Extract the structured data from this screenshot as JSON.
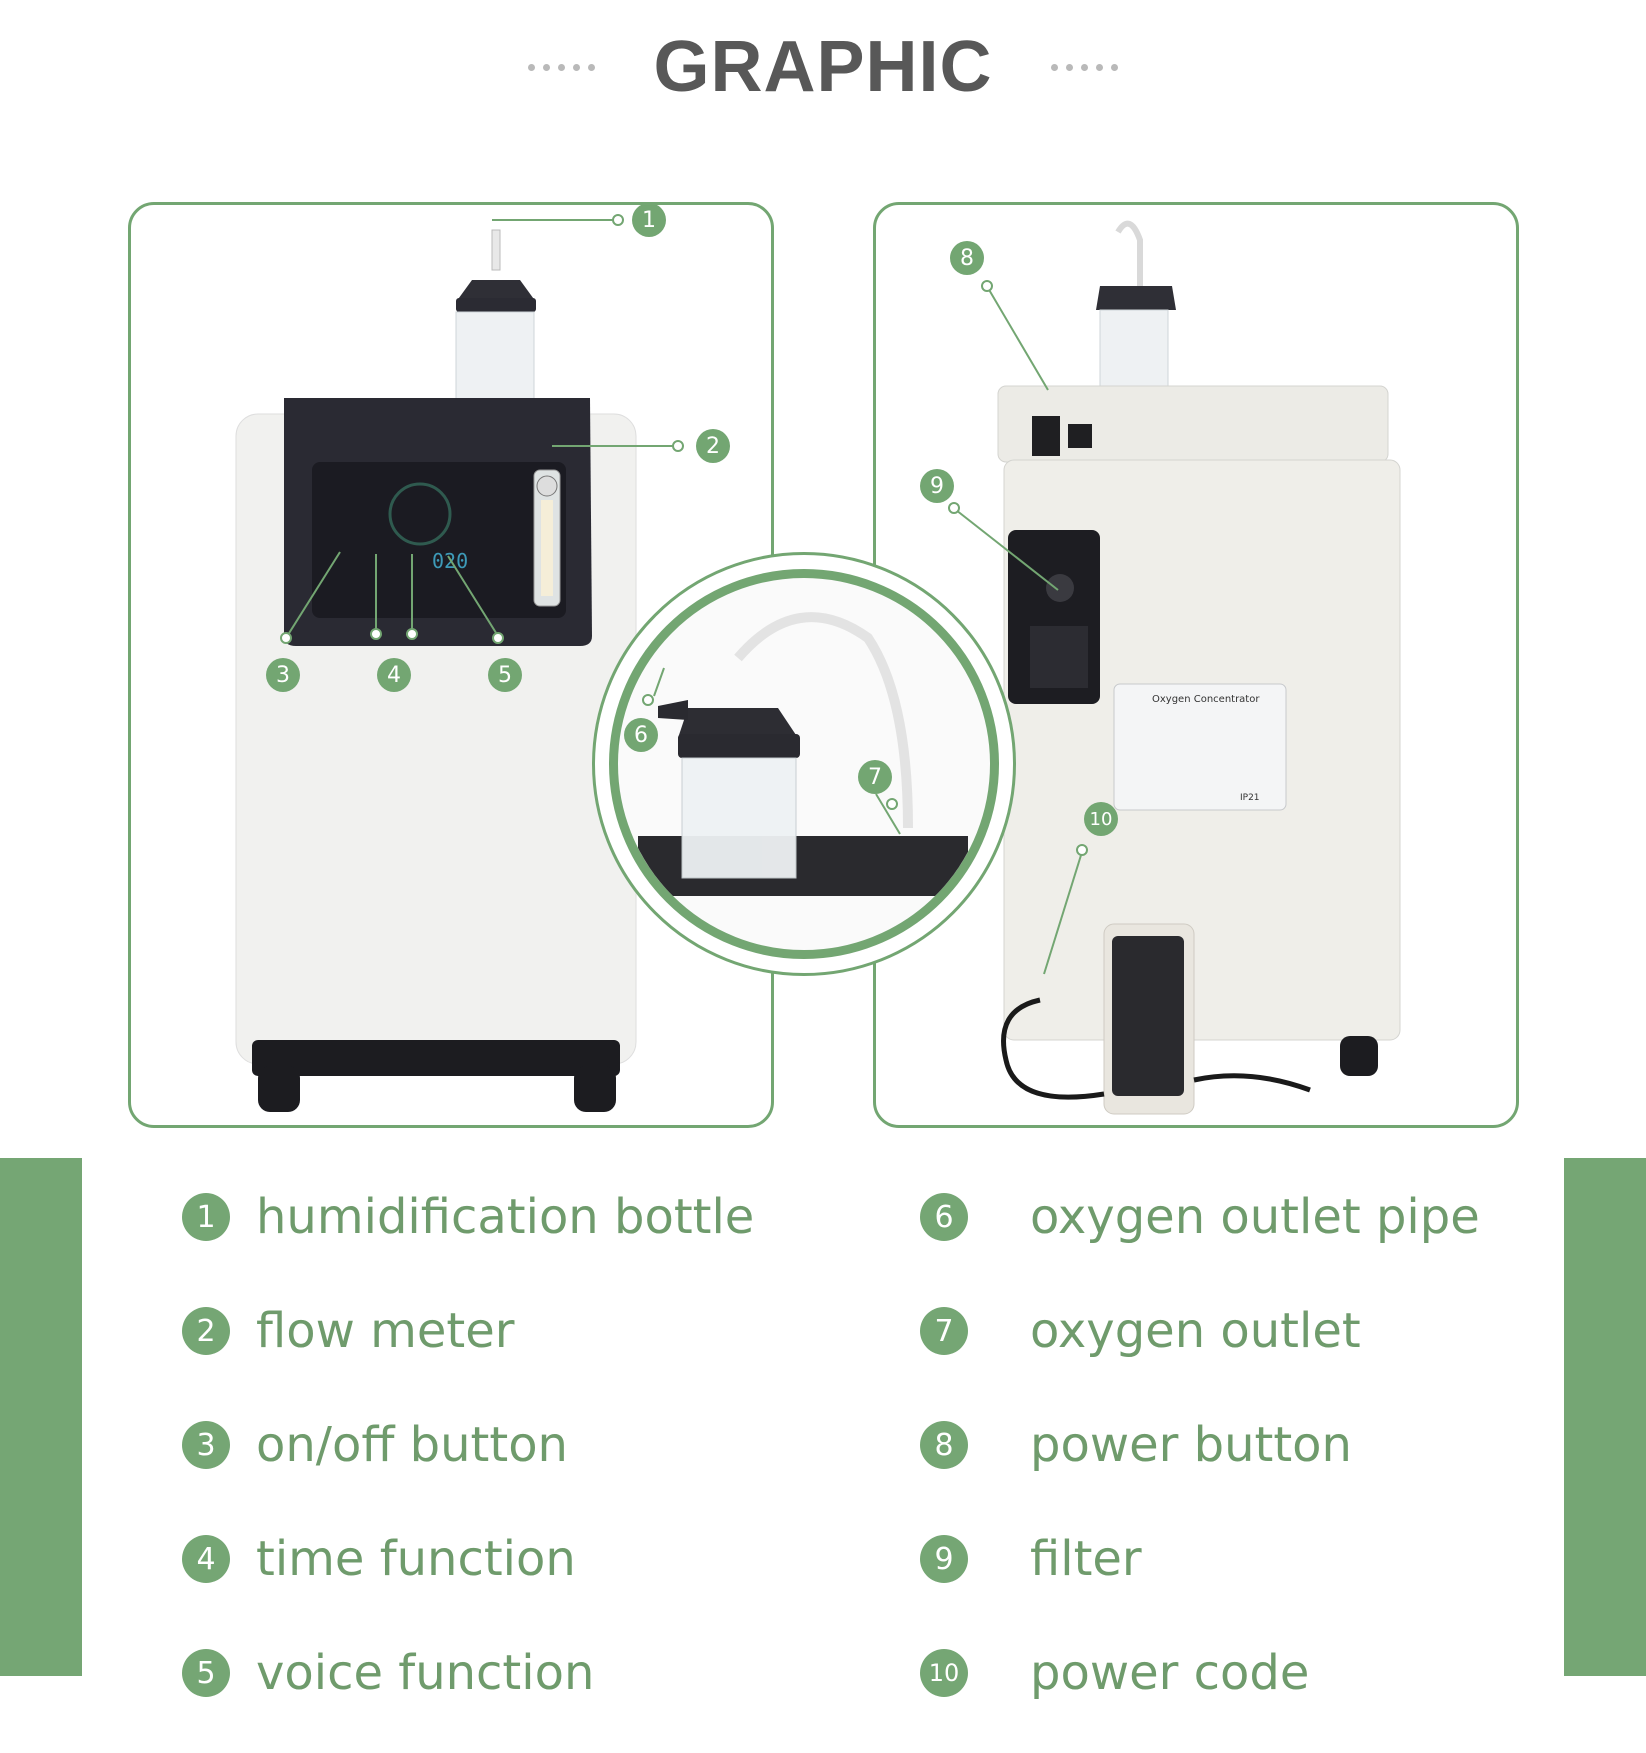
{
  "header": {
    "title": "GRAPHIC"
  },
  "callouts": {
    "c1": "1",
    "c2": "2",
    "c3": "3",
    "c4": "4",
    "c5": "5",
    "c6": "6",
    "c7": "7",
    "c8": "8",
    "c9": "9",
    "c10": "10"
  },
  "device_screen": {
    "readout": "020"
  },
  "rear_label": {
    "title": "Oxygen Concentrator",
    "rating": "IP21"
  },
  "legend": {
    "left": [
      {
        "num": "1",
        "label": "humidification bottle"
      },
      {
        "num": "2",
        "label": "flow meter"
      },
      {
        "num": "3",
        "label": "on/off button"
      },
      {
        "num": "4",
        "label": "time function"
      },
      {
        "num": "5",
        "label": "voice function"
      }
    ],
    "right": [
      {
        "num": "6",
        "label": "oxygen outlet pipe"
      },
      {
        "num": "7",
        "label": "oxygen outlet"
      },
      {
        "num": "8",
        "label": "power button"
      },
      {
        "num": "9",
        "label": "filter"
      },
      {
        "num": "10",
        "label": "power code"
      }
    ]
  },
  "colors": {
    "accent": "#75a674",
    "title": "#585858",
    "label": "#6f9b6c"
  }
}
